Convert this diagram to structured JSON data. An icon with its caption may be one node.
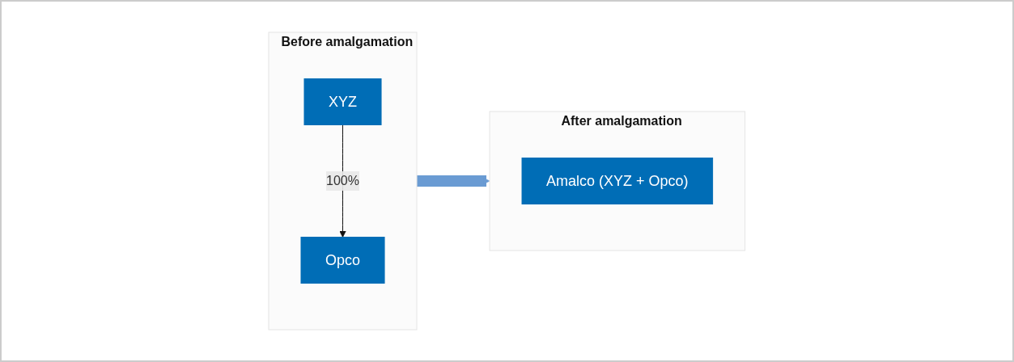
{
  "diagram": {
    "nodes": [
      {
        "text": [
          "Before amalgamation"
        ]
      },
      {
        "text": [
          "XYZ"
        ],
        "in": 0
      },
      {
        "text": [
          "Opco"
        ],
        "in": 0
      },
      {
        "text": [
          "After amalgamation"
        ]
      },
      {
        "text": [
          "Amalco (XYZ + Opco)"
        ],
        "in": 3
      }
    ],
    "edges": [
      {
        "from": 1,
        "to": 2,
        "arrow": "to",
        "label": "100%"
      },
      {
        "from": 0,
        "to": 3,
        "arrow": "to",
        "style": "thick",
        "color": "#6a9bd3"
      }
    ]
  }
}
